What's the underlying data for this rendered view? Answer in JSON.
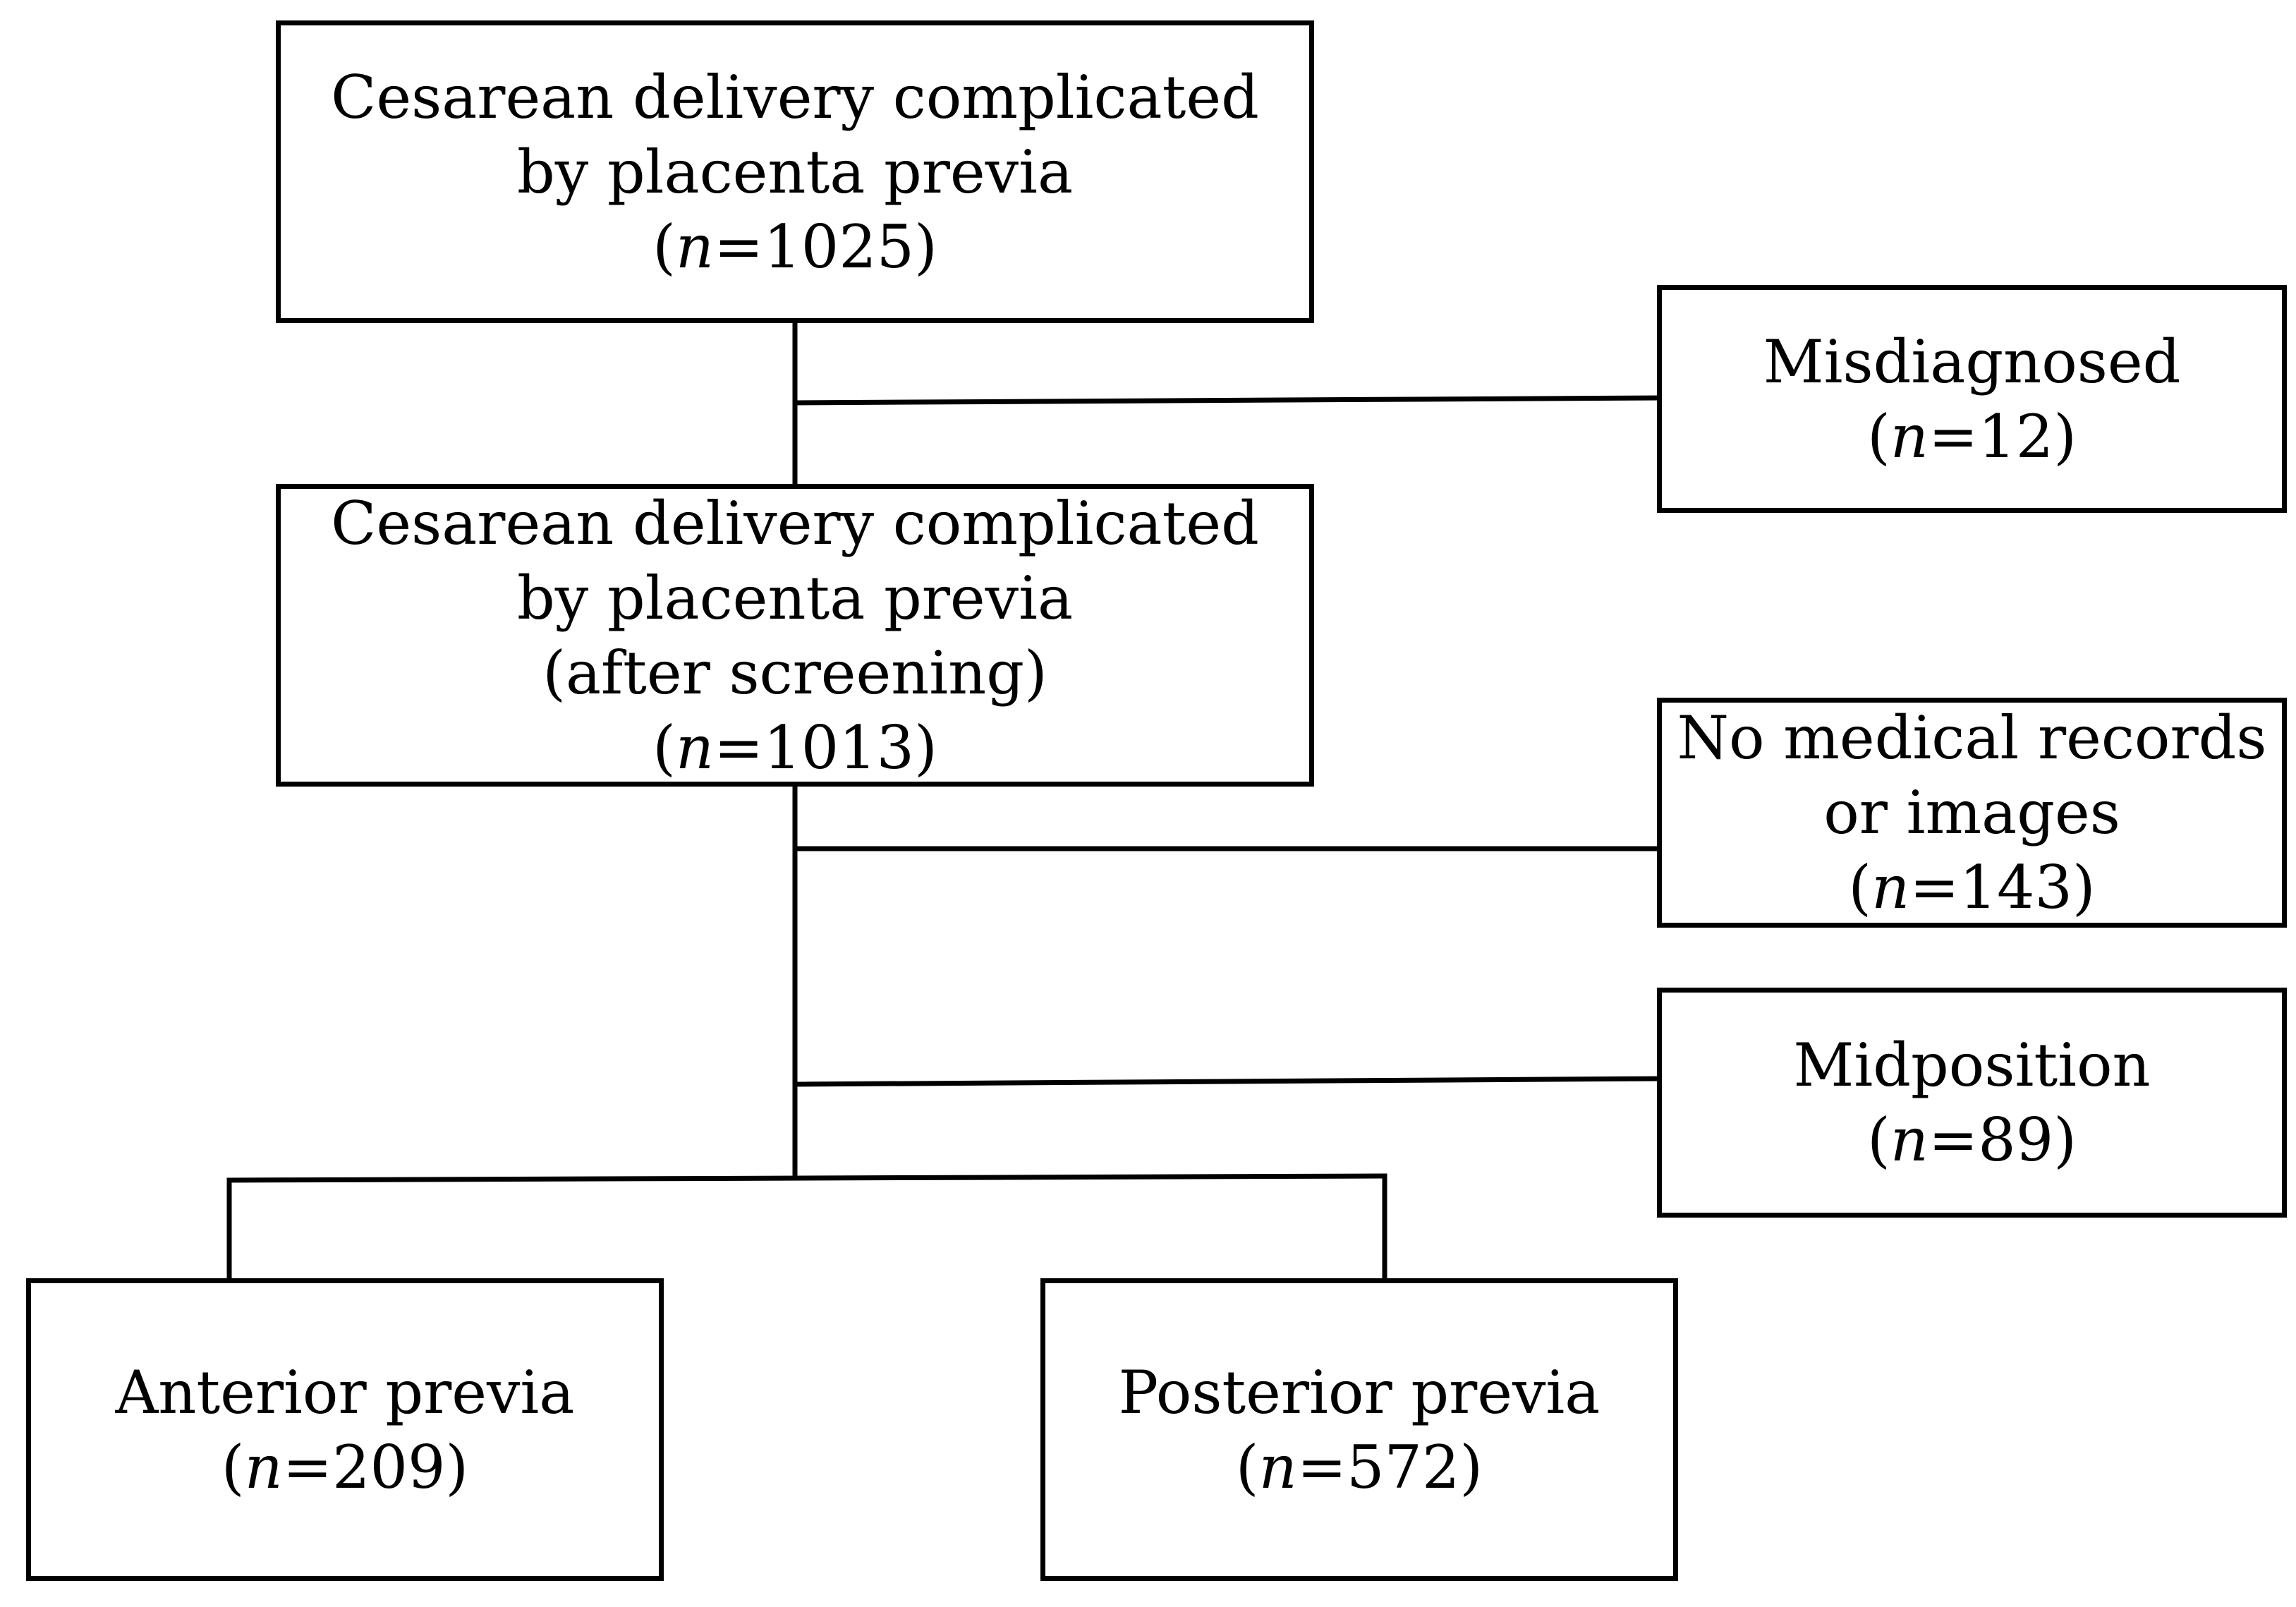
{
  "boxes": {
    "total": {
      "lines": [
        "Cesarean delivery complicated",
        "by placenta previa"
      ],
      "n_symbol": "n",
      "n_value": "=1025"
    },
    "misdiagnosed": {
      "lines": [
        "Misdiagnosed"
      ],
      "n_symbol": "n",
      "n_value": "=12"
    },
    "after_screening": {
      "lines": [
        "Cesarean delivery complicated",
        "by placenta previa",
        "(after screening)"
      ],
      "n_symbol": "n",
      "n_value": "=1013"
    },
    "no_records": {
      "lines": [
        "No medical records",
        "or images"
      ],
      "n_symbol": "n",
      "n_value": "=143"
    },
    "midposition": {
      "lines": [
        "Midposition"
      ],
      "n_symbol": "n",
      "n_value": "=89"
    },
    "anterior": {
      "lines": [
        "Anterior previa"
      ],
      "n_symbol": "n",
      "n_value": "=209"
    },
    "posterior": {
      "lines": [
        "Posterior previa"
      ],
      "n_symbol": "n",
      "n_value": "=572"
    }
  }
}
